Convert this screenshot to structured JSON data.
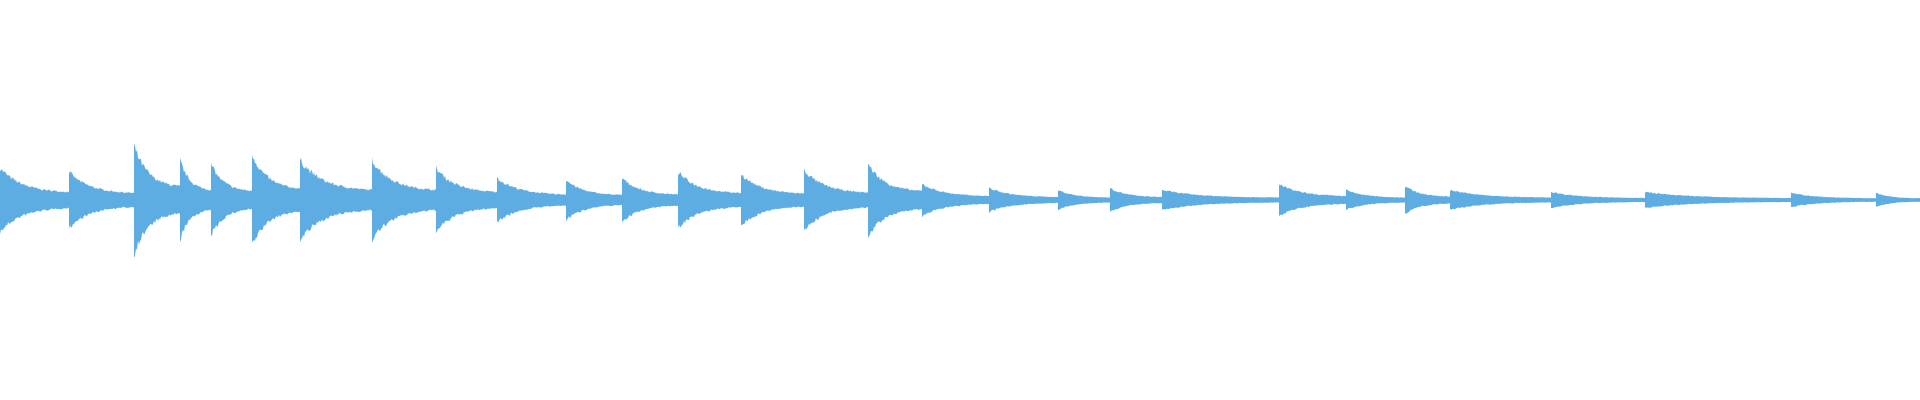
{
  "chart_data": {
    "type": "area",
    "description_kind": "audio-waveform",
    "time_unit": "percent-of-duration",
    "amplitude_range": [
      -1,
      1
    ],
    "color": "#5DACE2",
    "background": "#FFFFFF",
    "grid": false,
    "onsets": [
      {
        "t": 0.0,
        "peak": 0.16
      },
      {
        "t": 3.6,
        "peak": 0.14
      },
      {
        "t": 7.0,
        "peak": 0.27
      },
      {
        "t": 9.4,
        "peak": 0.2
      },
      {
        "t": 11.0,
        "peak": 0.18
      },
      {
        "t": 13.1,
        "peak": 0.23
      },
      {
        "t": 15.6,
        "peak": 0.2
      },
      {
        "t": 19.4,
        "peak": 0.2
      },
      {
        "t": 22.7,
        "peak": 0.16
      },
      {
        "t": 25.9,
        "peak": 0.11
      },
      {
        "t": 29.5,
        "peak": 0.1
      },
      {
        "t": 32.4,
        "peak": 0.11
      },
      {
        "t": 35.3,
        "peak": 0.14
      },
      {
        "t": 38.6,
        "peak": 0.13
      },
      {
        "t": 41.9,
        "peak": 0.15
      },
      {
        "t": 45.2,
        "peak": 0.18
      },
      {
        "t": 48.0,
        "peak": 0.08
      },
      {
        "t": 51.5,
        "peak": 0.06
      },
      {
        "t": 55.1,
        "peak": 0.05
      },
      {
        "t": 57.8,
        "peak": 0.06
      },
      {
        "t": 60.5,
        "peak": 0.05
      },
      {
        "t": 66.6,
        "peak": 0.08
      },
      {
        "t": 70.1,
        "peak": 0.05
      },
      {
        "t": 73.2,
        "peak": 0.07
      },
      {
        "t": 75.5,
        "peak": 0.05
      },
      {
        "t": 80.8,
        "peak": 0.04
      },
      {
        "t": 85.7,
        "peak": 0.04
      },
      {
        "t": 93.3,
        "peak": 0.035
      },
      {
        "t": 97.7,
        "peak": 0.035
      }
    ]
  }
}
